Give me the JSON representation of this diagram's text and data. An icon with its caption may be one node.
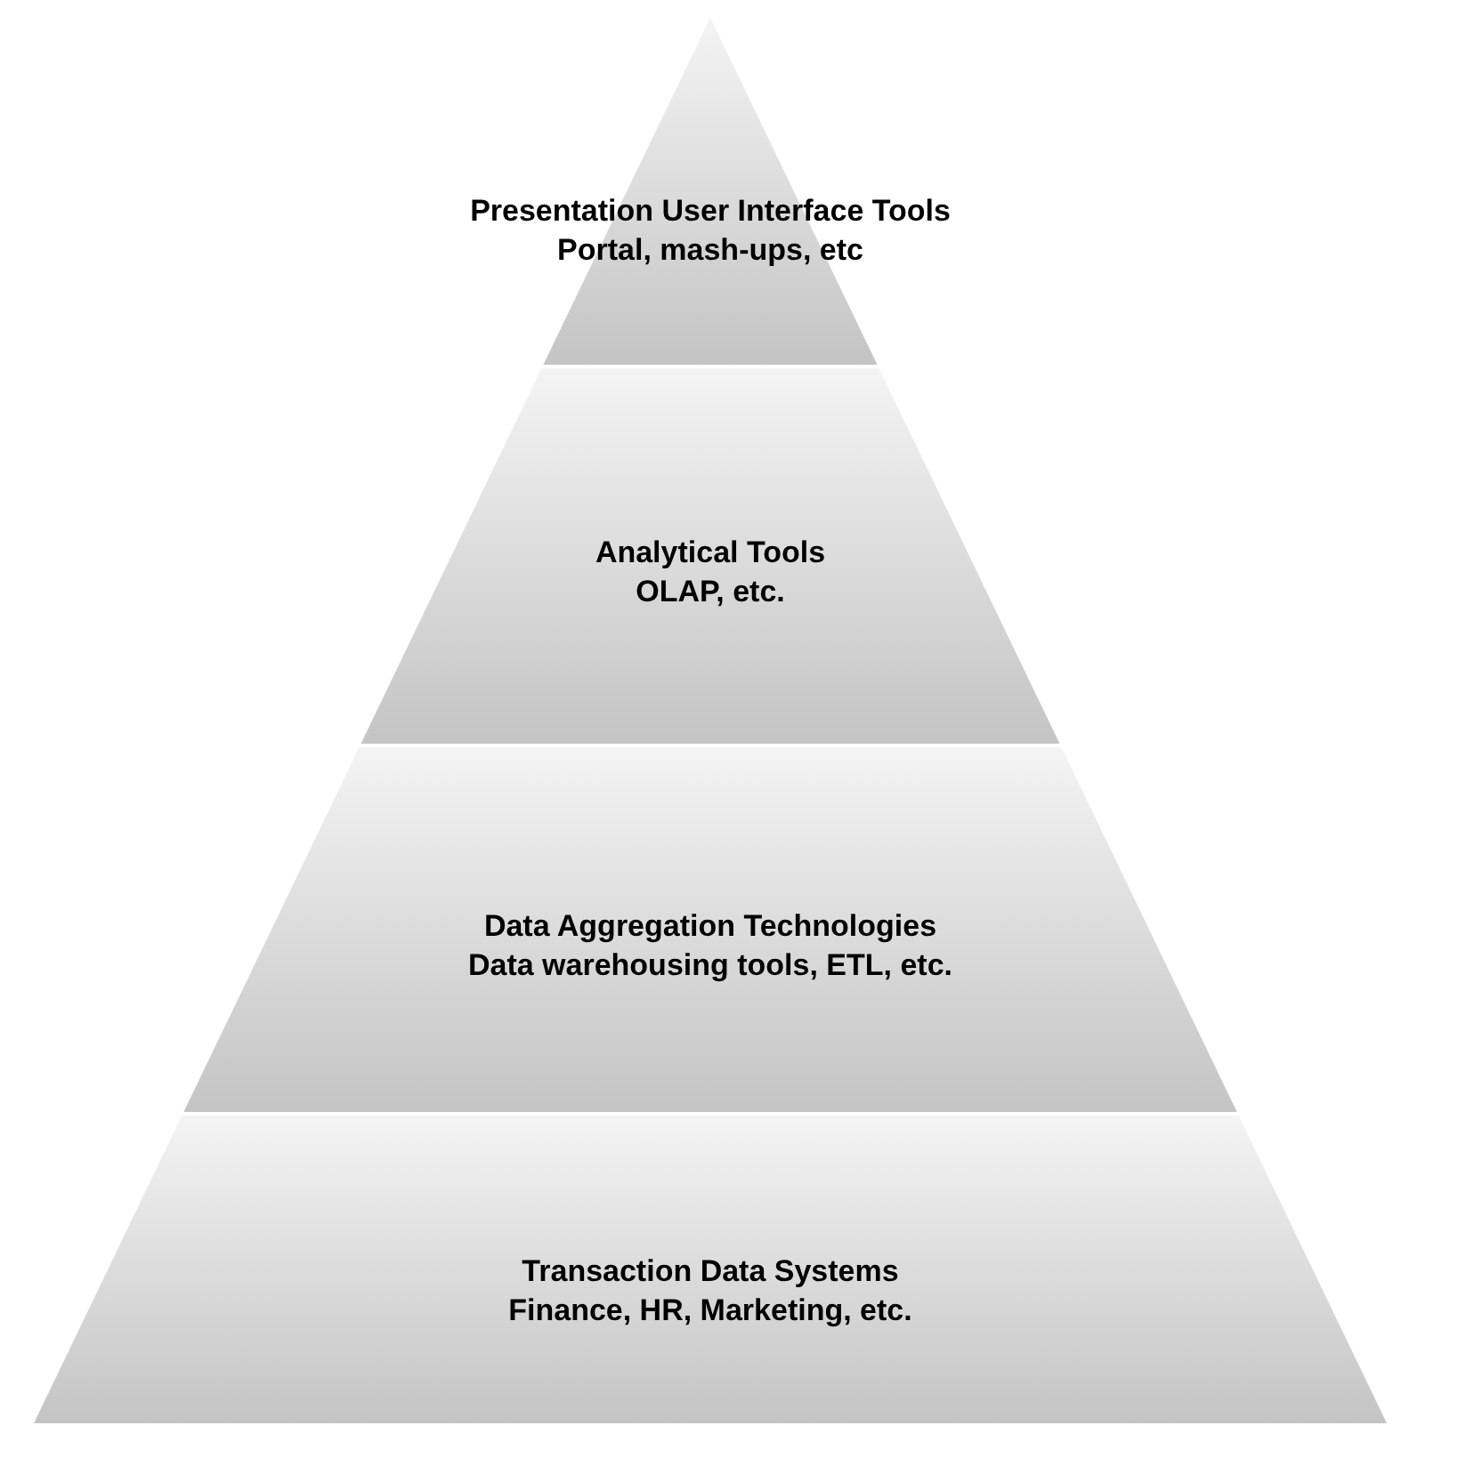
{
  "diagram": {
    "nodes": [
      {
        "text": [
          "Presentation User Interface Tools",
          "Portal, mash-ups, etc"
        ]
      },
      {
        "text": [
          "Analytical Tools",
          "OLAP, etc."
        ]
      },
      {
        "text": [
          "Data Aggregation Technologies",
          "Data warehousing tools, ETL, etc."
        ]
      },
      {
        "text": [
          "Transaction Data Systems",
          "Finance, HR, Marketing, etc."
        ]
      }
    ]
  }
}
